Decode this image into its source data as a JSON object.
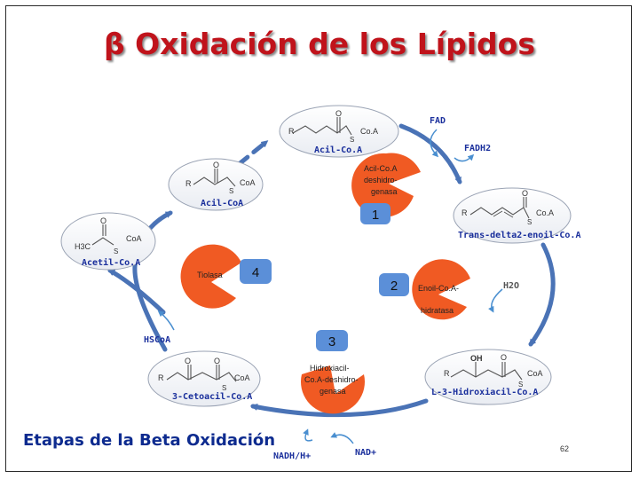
{
  "title": "β Oxidación de los Lípidos",
  "caption": "Etapas de la Beta Oxidación",
  "page_number": "62",
  "colors": {
    "title": "#c0131b",
    "arrow": "#4a73b6",
    "enzyme": "#f05a23",
    "label_blue": "#1a2f9c",
    "badge": "#5b8fd8"
  },
  "compounds": {
    "acil_coa_top": {
      "name": "Acil-Co.A",
      "r": "R",
      "o": "O",
      "s": "S",
      "coa": "Co.A"
    },
    "acil_coa_left": {
      "name": "Acil-CoA",
      "r": "R",
      "o": "O",
      "s": "S",
      "coa": "CoA"
    },
    "acetil_coa": {
      "name": "Acetil-Co.A",
      "h3c": "H3C",
      "o": "O",
      "s": "S",
      "coa": "CoA"
    },
    "trans_delta2": {
      "name": "Trans-delta2-enoil-Co.A",
      "r": "R",
      "o": "O",
      "s": "S",
      "coa": "Co.A"
    },
    "hidroxiacil": {
      "name": "L-3-Hidroxiacil-Co.A",
      "r": "R",
      "oh": "OH",
      "o": "O",
      "s": "S",
      "coa": "CoA"
    },
    "cetoacil": {
      "name": "3-Cetoacil-Co.A",
      "r": "R",
      "o1": "O",
      "o2": "O",
      "s": "S",
      "coa": "CoA"
    }
  },
  "enzymes": {
    "e1": {
      "lines": [
        "Acil-Co.A",
        "deshidro-",
        "genasa"
      ],
      "step": "1"
    },
    "e2": {
      "lines": [
        "Enoil-Co.A-",
        "hidratasa"
      ],
      "step": "2"
    },
    "e3": {
      "lines": [
        "Hidroxiacil-",
        "Co.A-deshidro-",
        "genasa"
      ],
      "step": "3"
    },
    "e4": {
      "lines": [
        "Tiolasa"
      ],
      "step": "4"
    }
  },
  "cofactors": {
    "fad": "FAD",
    "fadh2": "FADH2",
    "h2o": "H2O",
    "nad": "NAD+",
    "nadh": "NADH/H+",
    "hscoa": "HSCoA"
  }
}
